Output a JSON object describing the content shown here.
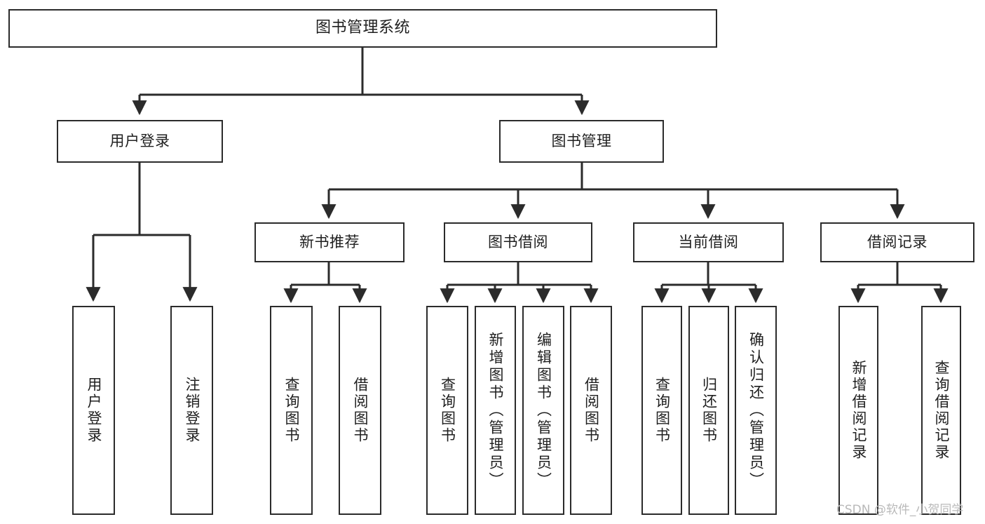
{
  "diagram": {
    "type": "tree-hierarchy-chart",
    "title": "图书管理系统",
    "line_color": "#2b2b2b",
    "text_color": "#1f1f1f",
    "background": "#ffffff",
    "root": {
      "label": "图书管理系统"
    },
    "level2": [
      {
        "label": "用户登录"
      },
      {
        "label": "图书管理"
      }
    ],
    "level3": [
      {
        "label": "新书推荐"
      },
      {
        "label": "图书借阅"
      },
      {
        "label": "当前借阅"
      },
      {
        "label": "借阅记录"
      }
    ],
    "leaves": {
      "user_login": [
        {
          "label": "用户登录"
        },
        {
          "label": "注销登录"
        }
      ],
      "new_book_recommend": [
        {
          "label": "查询图书"
        },
        {
          "label": "借阅图书"
        }
      ],
      "book_borrow": [
        {
          "label": "查询图书"
        },
        {
          "label": "新增图书（管理员）"
        },
        {
          "label": "编辑图书（管理员）"
        },
        {
          "label": "借阅图书"
        }
      ],
      "current_borrow": [
        {
          "label": "查询图书"
        },
        {
          "label": "归还图书"
        },
        {
          "label": "确认归还（管理员）"
        }
      ],
      "borrow_record": [
        {
          "label": "新增借阅记录"
        },
        {
          "label": "查询借阅记录"
        }
      ]
    }
  },
  "watermark": {
    "text": "CSDN @软件_小贺同学",
    "color": "#b9b9b9"
  }
}
